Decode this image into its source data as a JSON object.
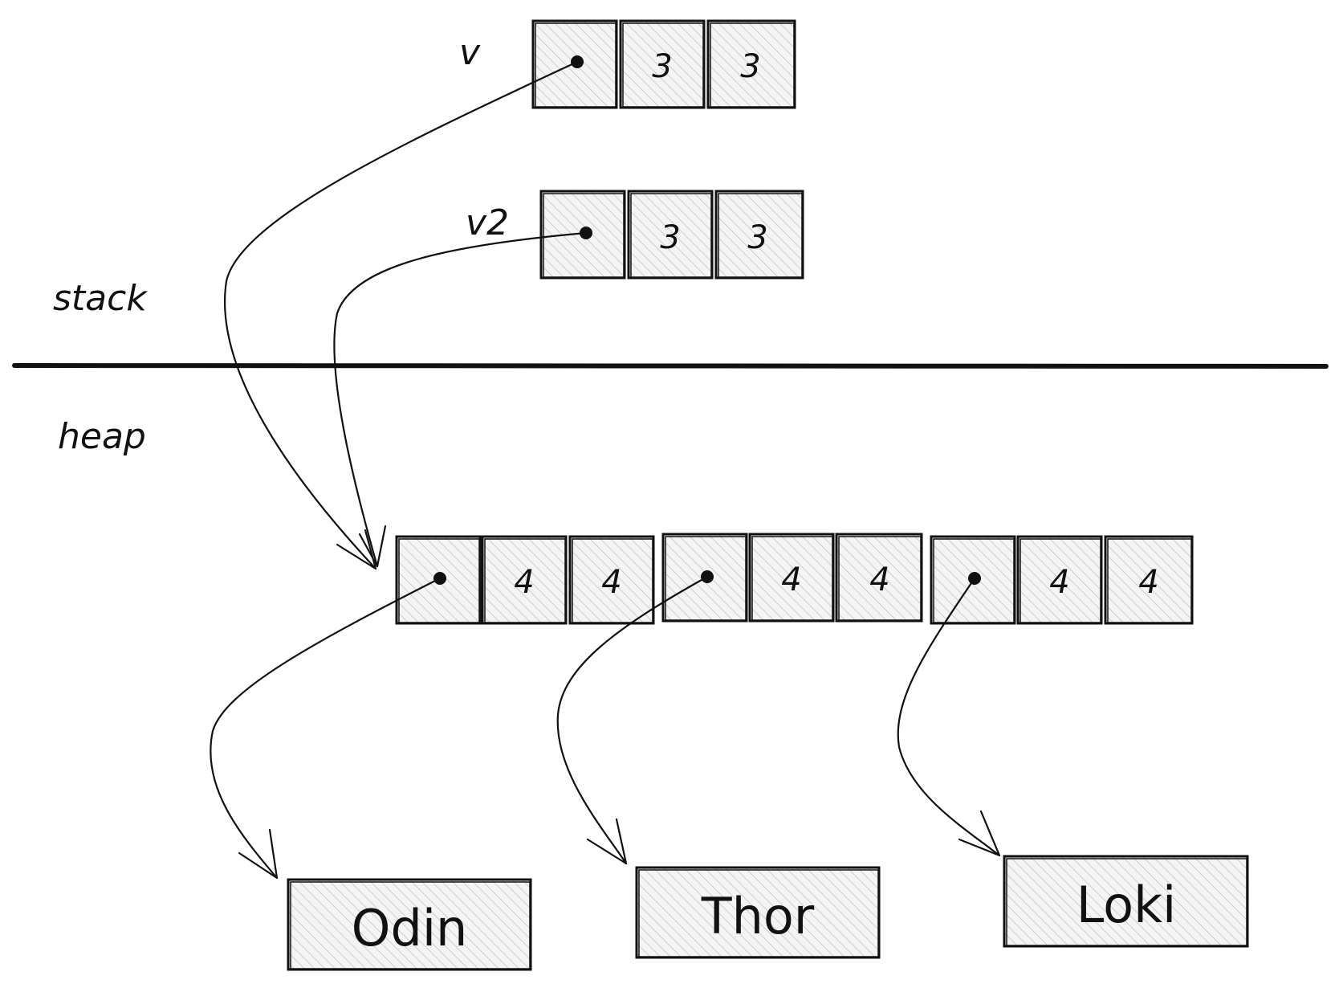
{
  "labels": {
    "v": "v",
    "v2": "v2",
    "stack": "stack",
    "heap": "heap"
  },
  "stack_vectors": {
    "v": {
      "cells": [
        "•",
        "3",
        "3"
      ]
    },
    "v2": {
      "cells": [
        "•",
        "3",
        "3"
      ]
    }
  },
  "heap_vector": {
    "cells": [
      "•",
      "4",
      "4",
      "•",
      "4",
      "4",
      "•",
      "4",
      "4"
    ]
  },
  "strings": [
    "Odin",
    "Thor",
    "Loki"
  ],
  "colors": {
    "ink": "#111111",
    "hatch": "#bdbdbd",
    "fill": "#f3f3f3"
  }
}
